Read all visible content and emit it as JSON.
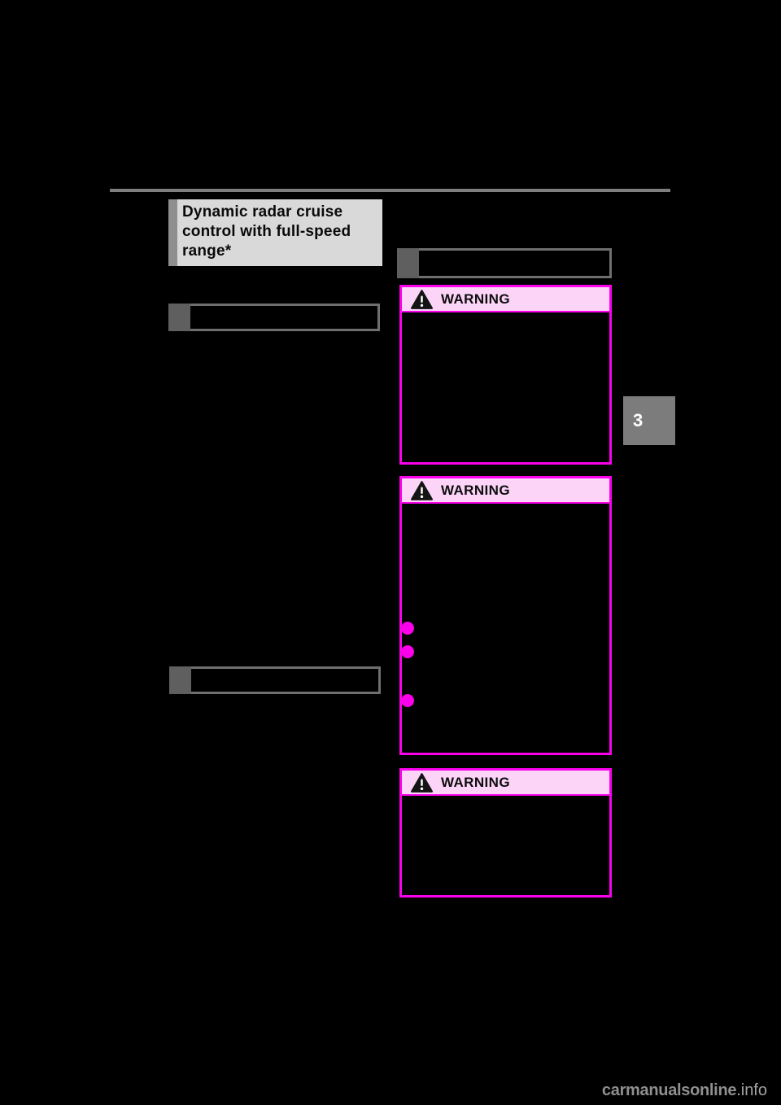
{
  "document": {
    "title": "Dynamic radar cruise control with full-speed range*",
    "chapter_tab": "3",
    "watermark": {
      "site": "carmanualsonline",
      "tld": ".info"
    }
  },
  "warnings": [
    {
      "label": "WARNING"
    },
    {
      "label": "WARNING"
    },
    {
      "label": "WARNING"
    }
  ],
  "icons": {
    "warning_triangle": "warning-triangle-icon",
    "list_bullet": "bullet-dot-icon"
  },
  "colors": {
    "magenta_accent": "#fb00eb",
    "warning_header_bg": "#fcd4f8",
    "title_box_bg": "#d9d9d9",
    "grey_bar_border": "#6f6f6f",
    "chapter_tab_bg": "#7c7c7c",
    "page_background": "#000000",
    "watermark_text": "#969696"
  }
}
